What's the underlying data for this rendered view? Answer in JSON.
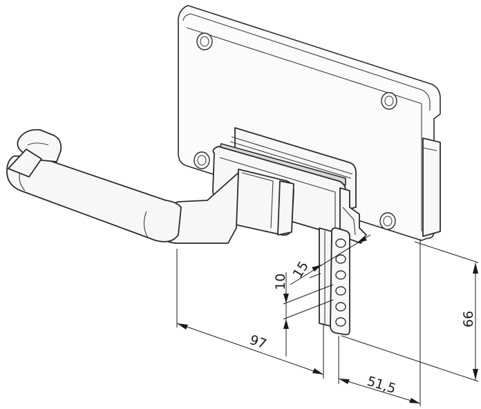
{
  "dimensions": {
    "lever_to_follower": "97",
    "follower_to_case_back": "51,5",
    "follower_height": "66",
    "follower_hole_spacing": "10",
    "follower_width": "15"
  }
}
